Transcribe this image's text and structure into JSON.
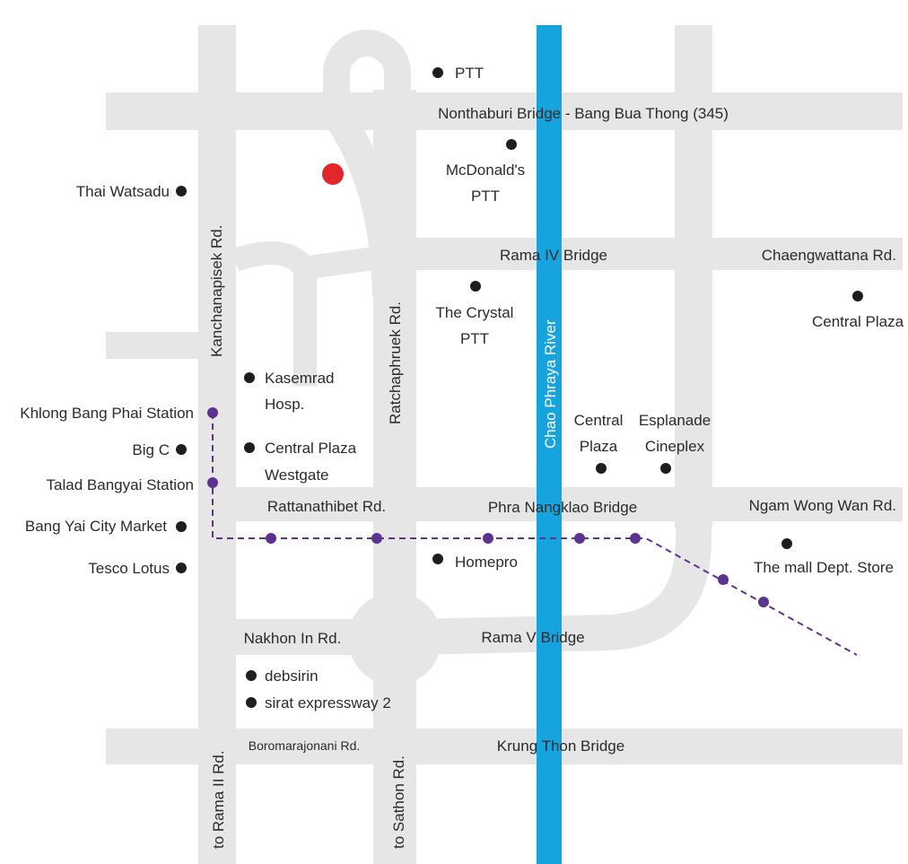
{
  "colors": {
    "road": "#e6e6e7",
    "river": "#16a4de",
    "poi": "#1e1e1e",
    "destination": "#e2262b",
    "transit": "#5d3391",
    "text": "#2b2b2b"
  },
  "roads": {
    "nonthaburi_bridge": "Nonthaburi Bridge - Bang Bua Thong (345)",
    "rama4_bridge": "Rama IV Bridge",
    "chaengwattana": "Chaengwattana Rd.",
    "kanchanapisek": "Kanchanapisek Rd.",
    "ratchaphruek": "Ratchaphruek Rd.",
    "rattanathibet": "Rattanathibet Rd.",
    "phra_nangklao": "Phra Nangklao Bridge",
    "ngam_wong_wan": "Ngam Wong Wan Rd.",
    "nakhon_in": "Nakhon In Rd.",
    "rama5_bridge": "Rama V Bridge",
    "boromarajonani": "Boromarajonani Rd.",
    "krung_thon": "Krung Thon Bridge",
    "to_rama2": "to Rama II Rd.",
    "to_sathon": "to Sathon Rd.",
    "river": "Chao Phraya River"
  },
  "places": {
    "ptt_top": "PTT",
    "mcdonalds": "McDonald's",
    "ptt_mcd": "PTT",
    "thai_watsadu": "Thai Watsadu",
    "crystal": "The Crystal",
    "ptt_crystal": "PTT",
    "central_plaza_east": "Central Plaza",
    "kasemrad_1": "Kasemrad",
    "kasemrad_2": "Hosp.",
    "central_westgate_1": "Central Plaza",
    "central_westgate_2": "Westgate",
    "big_c": "Big C",
    "central_plaza_river_1": "Central",
    "central_plaza_river_2": "Plaza",
    "esplanade_1": "Esplanade",
    "esplanade_2": "Cineplex",
    "bang_yai_market": "Bang Yai City Market",
    "tesco": "Tesco Lotus",
    "homepro": "Homepro",
    "the_mall": "The mall Dept. Store",
    "debsirin": "debsirin",
    "sirat": "sirat expressway 2"
  },
  "stations": {
    "khlong_bang_phai": "Khlong Bang Phai Station",
    "talad_bangyai": "Talad Bangyai Station"
  }
}
